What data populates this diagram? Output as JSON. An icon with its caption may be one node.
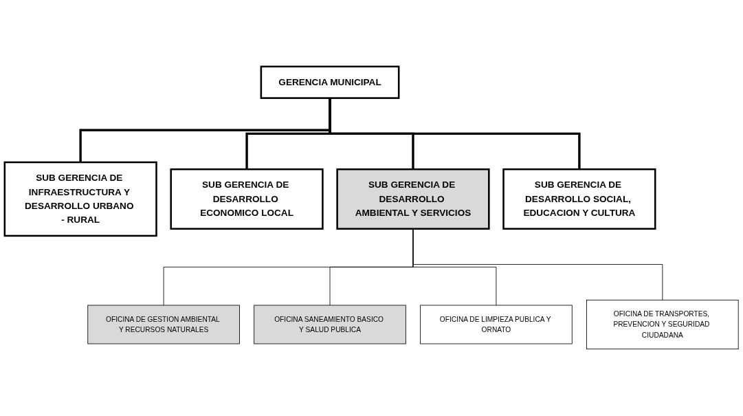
{
  "diagram": {
    "nodes": [
      {
        "text": [
          "GERENCIA MUNICIPAL"
        ]
      },
      {
        "text": [
          "SUB GERENCIA DE INFRAESTRUCTURA Y DESARROLLO URBANO - RURAL"
        ]
      },
      {
        "text": [
          "SUB GERENCIA DE DESARROLLO ECONOMICO LOCAL"
        ]
      },
      {
        "text": [
          "SUB GERENCIA DE DESARROLLO AMBIENTAL Y SERVICIOS"
        ]
      },
      {
        "text": [
          "SUB GERENCIA DE DESARROLLO SOCIAL, EDUCACION Y CULTURA"
        ]
      },
      {
        "text": [
          "OFICINA DE GESTION AMBIENTAL Y RECURSOS NATURALES"
        ]
      },
      {
        "text": [
          "OFICINA SANEAMIENTO BASICO Y SALUD PUBLICA"
        ]
      },
      {
        "text": [
          "OFICINA DE LIMPIEZA PUBLICA Y ORNATO"
        ]
      },
      {
        "text": [
          "OFICINA DE TRANSPORTES, PREVENCION Y SEGURIDAD CIUDADANA"
        ]
      }
    ],
    "edges": [
      {
        "from": 0,
        "to": 1,
        "arrow": "none",
        "style": "thick"
      },
      {
        "from": 0,
        "to": 2,
        "arrow": "none",
        "style": "thick"
      },
      {
        "from": 0,
        "to": 3,
        "arrow": "none",
        "style": "thick"
      },
      {
        "from": 0,
        "to": 4,
        "arrow": "none",
        "style": "thick"
      },
      {
        "from": 3,
        "to": 5,
        "arrow": "none"
      },
      {
        "from": 3,
        "to": 6,
        "arrow": "none"
      },
      {
        "from": 3,
        "to": 7,
        "arrow": "none"
      },
      {
        "from": 3,
        "to": 8,
        "arrow": "none"
      }
    ]
  }
}
